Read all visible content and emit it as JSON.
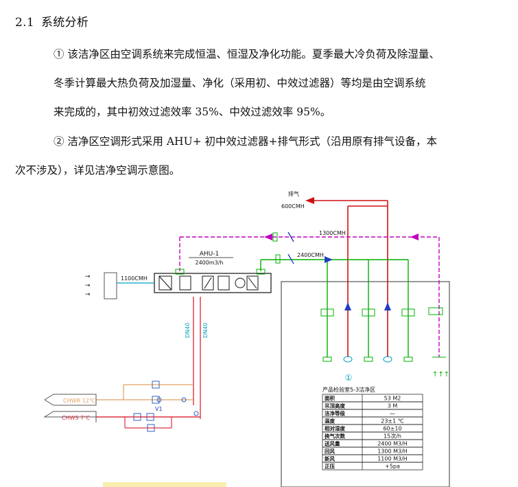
{
  "section": {
    "number": "2.1",
    "title": "系统分析"
  },
  "paragraph1": {
    "line1": "① 该洁净区由空调系统来完成恒温、恒湿及净化功能。夏季最大冷负荷及除湿量、",
    "line2": "冬季计算最大热负荷及加湿量、净化（采用初、中效过滤器）等均是由空调系统",
    "line3": "来完成的，其中初效过滤效率 35%、中效过滤效率 95%。"
  },
  "paragraph2": {
    "line1": "② 洁净区空调形式采用 AHU+ 初中效过滤器+排气形式（沿用原有排气设备，本",
    "line2": "次不涉及），详见洁净空调示意图。"
  },
  "diagram": {
    "exhaust_label": "排气",
    "exhaust_flow": "600CMH",
    "return_flow": "1300CMH",
    "supply_flow": "2400CMH",
    "fresh_flow": "1100CMH",
    "ahu_name": "AHU-1",
    "ahu_capacity": "2400m3/h",
    "pipe_label_1": "DN40",
    "pipe_label_2": "DN40",
    "chwr_label": "CHWR 12℃",
    "chws_label": "CHWS 7℃",
    "valve_label": "V1",
    "room_id": "①",
    "table_title": "产品检验室5-3洁净区",
    "table_rows": [
      {
        "label": "面积",
        "value": "53 M2"
      },
      {
        "label": "吊顶高度",
        "value": "3 M"
      },
      {
        "label": "洁净等级",
        "value": "—"
      },
      {
        "label": "温度",
        "value": "23±1 ℃"
      },
      {
        "label": "相对湿度",
        "value": "60±10"
      },
      {
        "label": "换气次数",
        "value": "15次/h"
      },
      {
        "label": "送风量",
        "value": "2400 M3/H"
      },
      {
        "label": "回风",
        "value": "1300 M3/H"
      },
      {
        "label": "新风",
        "value": "1100 M3/H"
      },
      {
        "label": "正压",
        "value": "+5pa"
      }
    ]
  },
  "colors": {
    "exhaust": "#d01010",
    "return": "#c000c0",
    "supply": "#00b000",
    "water": "#e03040",
    "chilled": "#e0a060",
    "ahu_accent": "#00a0c0",
    "room_outline": "#555555"
  }
}
